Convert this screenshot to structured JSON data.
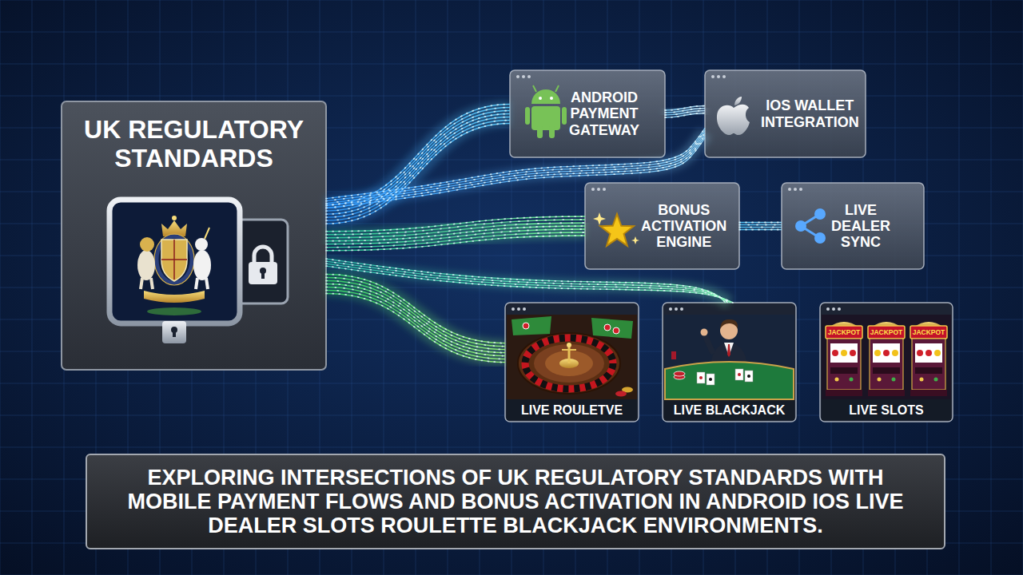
{
  "diagram": {
    "caption": "EXPLORING INTERSECTIONS OF UK REGULATORY STANDARDS WITH MOBILE PAYMENT FLOWS AND BONUS ACTIVATION IN ANDROID IOS LIVE DEALER SLOTS ROULETTE BLACKJACK ENVIRONMENTS.",
    "nodes": [
      {
        "text": [
          "UK REGULATORY STANDARDS"
        ]
      },
      {
        "text": [
          "ANDROID PAYMENT GATEWAY"
        ]
      },
      {
        "text": [
          "IOS WALLET INTEGRATION"
        ]
      },
      {
        "text": [
          "BONUS ACTIVATION ENGINE"
        ]
      },
      {
        "text": [
          "LIVE DEALER SYNC"
        ]
      },
      {
        "text": [
          "LIVE ROULETVE"
        ]
      },
      {
        "text": [
          "LIVE BLACKJACK"
        ]
      },
      {
        "text": [
          "LIVE SLOTS"
        ]
      }
    ],
    "edges": [
      {
        "from": 0,
        "to": 1,
        "arrow": "none"
      },
      {
        "from": 0,
        "to": 2,
        "arrow": "none"
      },
      {
        "from": 1,
        "to": 2,
        "arrow": "none"
      },
      {
        "from": 0,
        "to": 3,
        "arrow": "none"
      },
      {
        "from": 3,
        "to": 4,
        "arrow": "none"
      },
      {
        "from": 0,
        "to": 5,
        "arrow": "none"
      },
      {
        "from": 0,
        "to": 6,
        "arrow": "none"
      }
    ],
    "labels": [
      "JACKPOT",
      "JACKPOT",
      "JACKPOT"
    ]
  }
}
